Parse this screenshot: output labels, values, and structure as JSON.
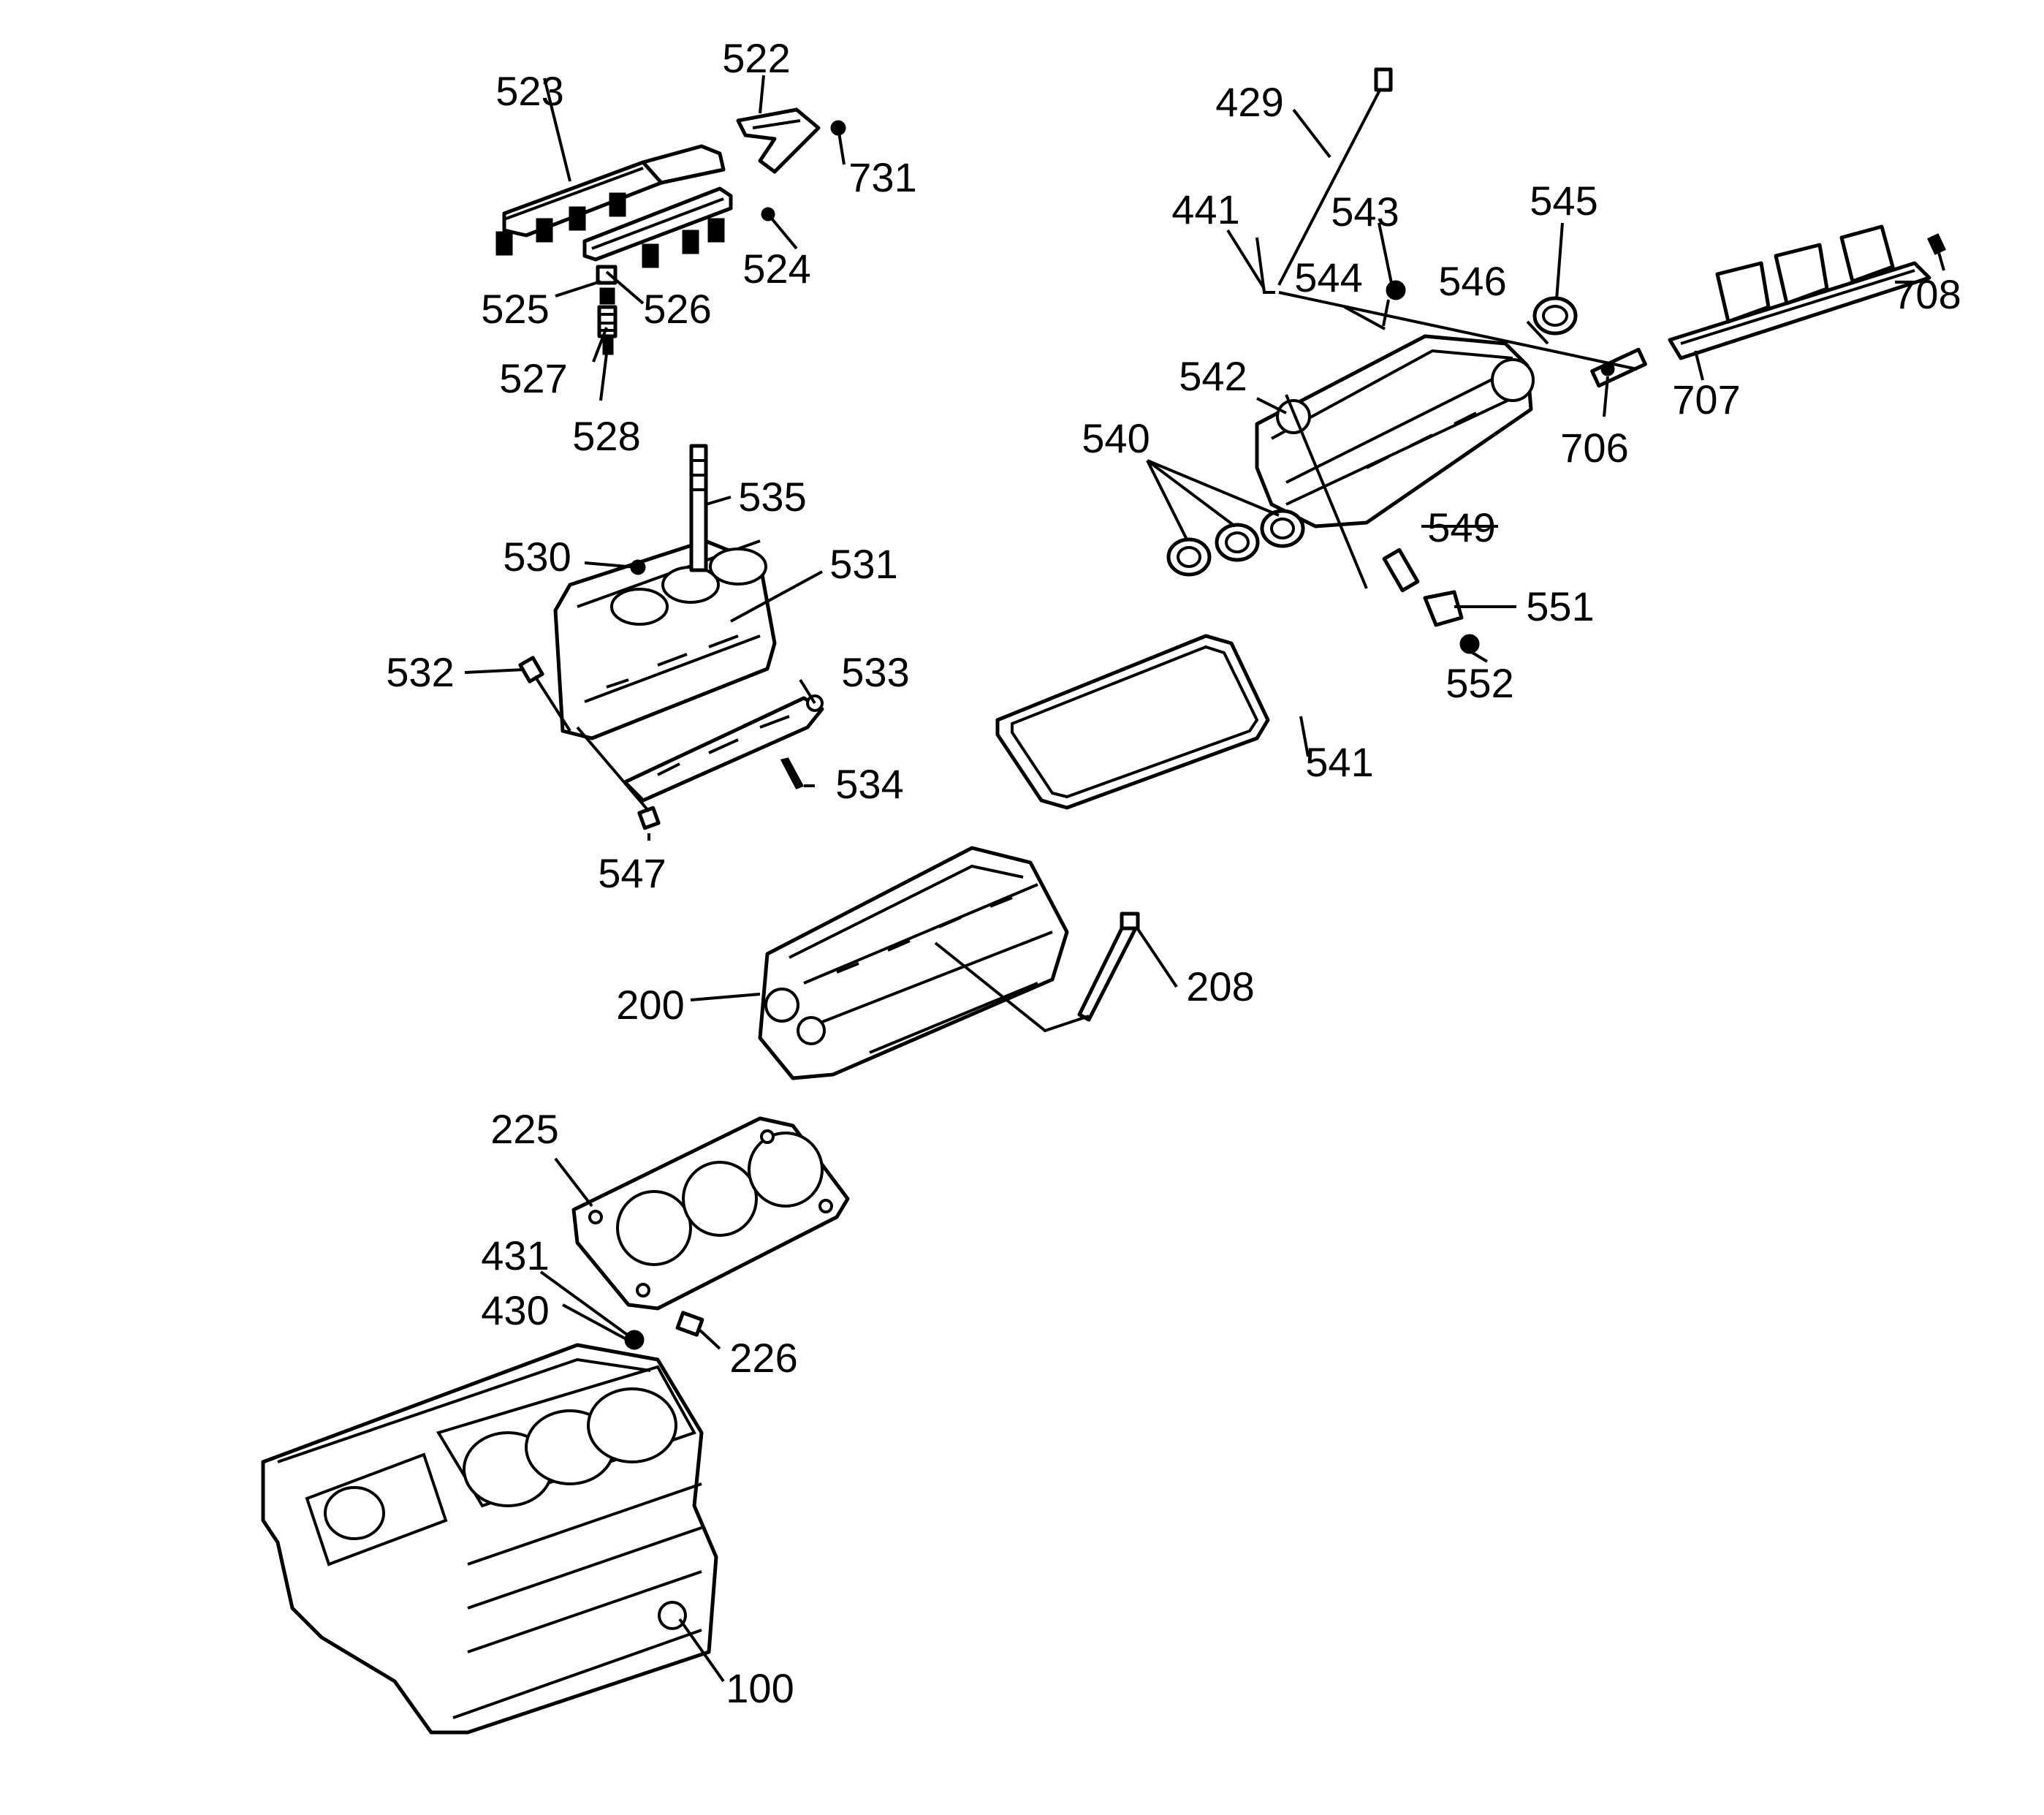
{
  "callouts": {
    "c100": "100",
    "c200": "200",
    "c208": "208",
    "c225": "225",
    "c226": "226",
    "c429": "429",
    "c430": "430",
    "c431": "431",
    "c441": "441",
    "c522": "522",
    "c523": "523",
    "c524": "524",
    "c525": "525",
    "c526": "526",
    "c527": "527",
    "c528": "528",
    "c530": "530",
    "c531": "531",
    "c532": "532",
    "c533": "533",
    "c534": "534",
    "c535": "535",
    "c540": "540",
    "c541": "541",
    "c542": "542",
    "c543": "543",
    "c544": "544",
    "c545": "545",
    "c546": "546",
    "c547": "547",
    "c549": "549",
    "c551": "551",
    "c552": "552",
    "c706": "706",
    "c707": "707",
    "c708": "708",
    "c731": "731"
  }
}
